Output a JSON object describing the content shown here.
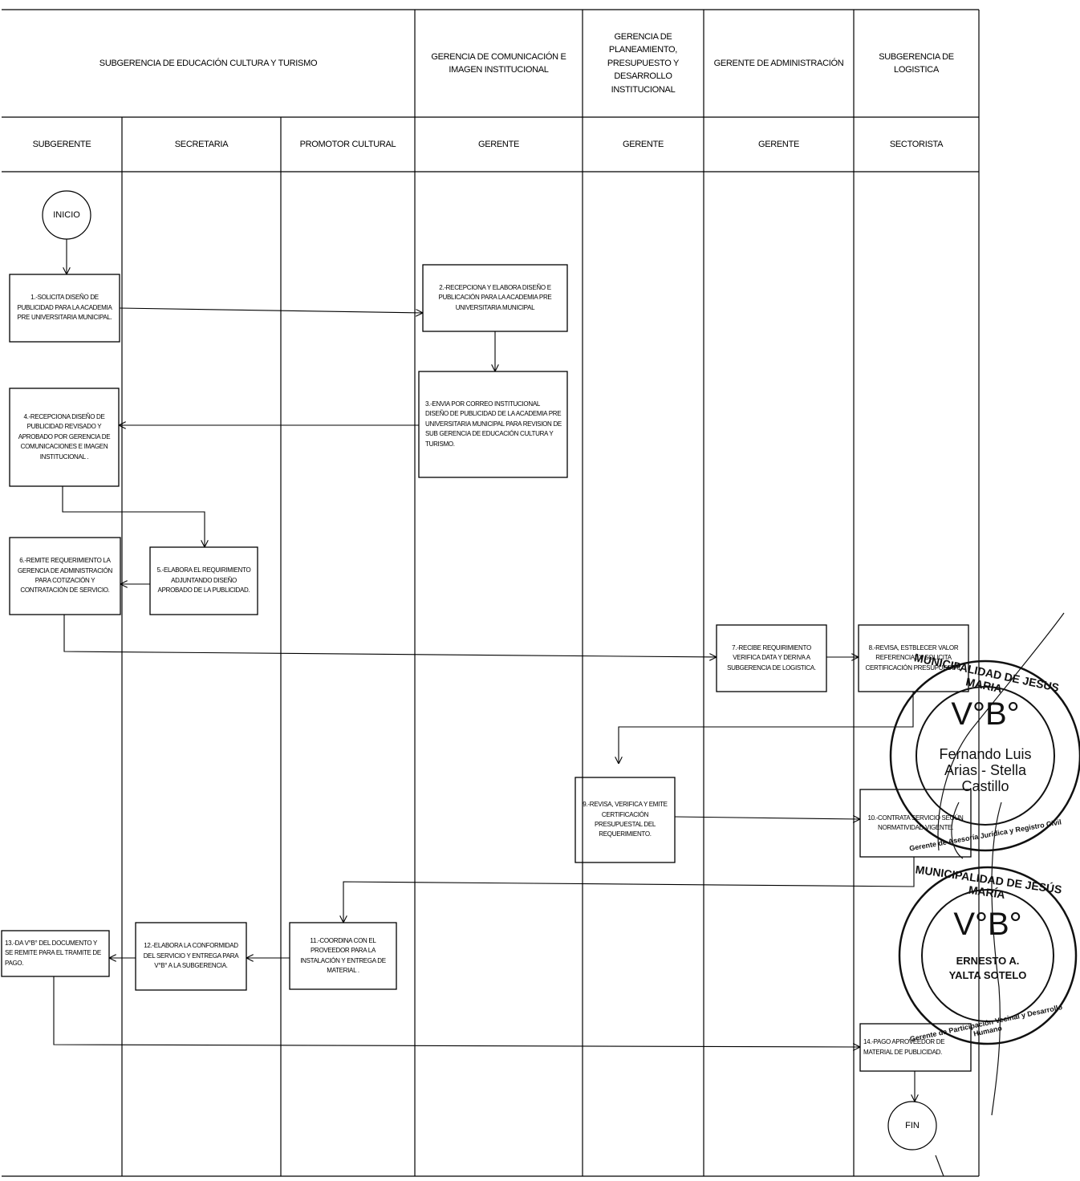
{
  "headers": {
    "educacion": "SUBGERENCIA DE EDUCACIÓN CULTURA Y TURISMO",
    "comunicacion": "GERENCIA DE COMUNICACIÓN E IMAGEN INSTITUCIONAL",
    "planeamiento": "GERENCIA DE PLANEAMIENTO, PRESUPUESTO Y DESARROLLO INSTITUCIONAL",
    "administracion": "GERENTE DE ADMINISTRACIÓN",
    "logistica": "SUBGERENCIA DE LOGISTICA"
  },
  "roles": {
    "subgerente": "SUBGERENTE",
    "secretaria": "SECRETARIA",
    "promotor": "PROMOTOR CULTURAL",
    "gerente_com": "GERENTE",
    "gerente_plan": "GERENTE",
    "gerente_adm": "GERENTE",
    "sectorista": "SECTORISTA"
  },
  "terminals": {
    "start": "INICIO",
    "end": "FIN"
  },
  "steps": {
    "s1": "1.-SOLICITA DISEÑO DE PUBLICIDAD PARA LA ACADEMIA PRE UNIVERSITARIA MUNICIPAL.",
    "s2": "2.-RECEPCIONA Y ELABORA DISEÑO E PUBLICACIÓN PARA LA ACADEMIA PRE UNIVERSITARIA MUNICIPAL",
    "s3": "3.-ENVIA POR CORREO INSTITUCIONAL DISEÑO DE PUBLICIDAD DE LA ACADEMIA PRE UNIVERSITARIA MUNICIPAL PARA REVISION DE SUB GERENCIA DE EDUCACIÓN CULTURA Y TURISMO.",
    "s4": "4.-RECEPCIONA DISEÑO DE PUBLICIDAD REVISADO Y APROBADO POR GERENCIA DE COMUNICACIONES E IMAGEN INSTITUCIONAL .",
    "s5": "5.-ELABORA EL REQUIRIMIENTO ADJUNTANDO DISEÑO APROBADO DE LA PUBLICIDAD.",
    "s6": "6.-REMITE REQUERIMIENTO LA GERENCIA DE ADMINISTRACIÓN PARA COTIZACIÓN Y CONTRATACIÓN DE SERVICIO.",
    "s7": "7.-RECIBE REQUIRIMIENTO VERIFICA DATA Y DERIVA A SUBGERENCIA DE LOGISTICA.",
    "s8": "8.-REVISA, ESTBLECER VALOR REFERENCIAL Y SOLICITA CERTIFICACIÓN PRESUPUESTAL",
    "s9": "9.-REVISA, VERIFICA Y EMITE CERTIFICACIÓN PRESUPUESTAL DEL REQUERIMIENTO.",
    "s10": "10.-CONTRATA SERVICIO SEGÚN NORMATIVIDAD VIGENTE.",
    "s11": "11.-COORDINA CON EL PROVEEDOR PARA LA INSTALACIÓN Y ENTREGA DE MATERIAL .",
    "s12": "12.-ELABORA LA CONFORMIDAD DEL SERVICIO Y ENTREGA PARA V°B° A LA SUBGERENCIA.",
    "s13": "13.-DA V°B° DEL DOCUMENTO Y SE REMITE PARA EL TRAMITE DE PAGO.",
    "s14": "14.-PAGO APROVEEDOR DE MATERIAL DE PUBLICIDAD."
  },
  "stamps": {
    "stamp1": {
      "ring_top": "MUNICIPALIDAD DE JESUS MARIA",
      "ring_bottom": "Gerente de Asesoría Jurídica y Registro Civil",
      "vb": "V°B°",
      "name1": "Fernando Luis",
      "name2": "Arias - Stella",
      "name3": "Castillo"
    },
    "stamp2": {
      "ring_top": "MUNICIPALIDAD DE JESÚS MARÍA",
      "ring_bottom": "Gerente de Participación Vecinal y Desarrollo Humano",
      "vb": "V°B°",
      "name1": "ERNESTO A.",
      "name2": "YALTA SOTELO"
    }
  },
  "colors": {
    "line": "#000000",
    "stamp": "#111111"
  }
}
